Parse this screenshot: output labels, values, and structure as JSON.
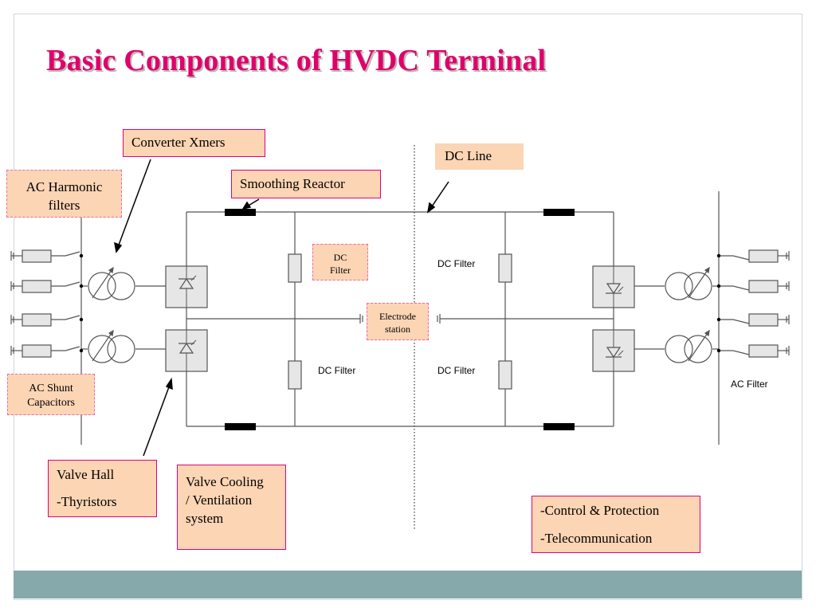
{
  "slide": {
    "title": "Basic Components of HVDC Terminal",
    "title_color": "#e0006a",
    "title_shadow": "#b8b8b8",
    "footer_color": "#86a9ab"
  },
  "callouts": {
    "converter_xmers": "Converter Xmers",
    "dc_line": "DC Line",
    "smoothing_reactor": "Smoothing Reactor",
    "ac_harmonic_filters_l1": "AC Harmonic",
    "ac_harmonic_filters_l2": "filters",
    "dc_filter_box_l1": "DC",
    "dc_filter_box_l2": "Filter",
    "electrode_station_l1": "Electrode",
    "electrode_station_l2": "station",
    "ac_shunt_capacitors_l1": "AC Shunt",
    "ac_shunt_capacitors_l2": "Capacitors",
    "valve_hall_l1": "Valve Hall",
    "valve_hall_l2": "-Thyristors",
    "valve_cooling_l1": "Valve Cooling",
    "valve_cooling_l2": "/ Ventilation",
    "valve_cooling_l3": "system",
    "control_l1": "-Control & Protection",
    "control_l2": "-Telecommunication"
  },
  "diagram_labels": {
    "dc_filter_upper_right": "DC Filter",
    "dc_filter_lower_left": "DC Filter",
    "dc_filter_lower_right": "DC Filter",
    "ac_filter": "AC Filter"
  },
  "colors": {
    "callout_fill": "#fcd5b4",
    "callout_border": "#e0007a",
    "component_fill": "#e6e6e6",
    "line": "#555555"
  }
}
